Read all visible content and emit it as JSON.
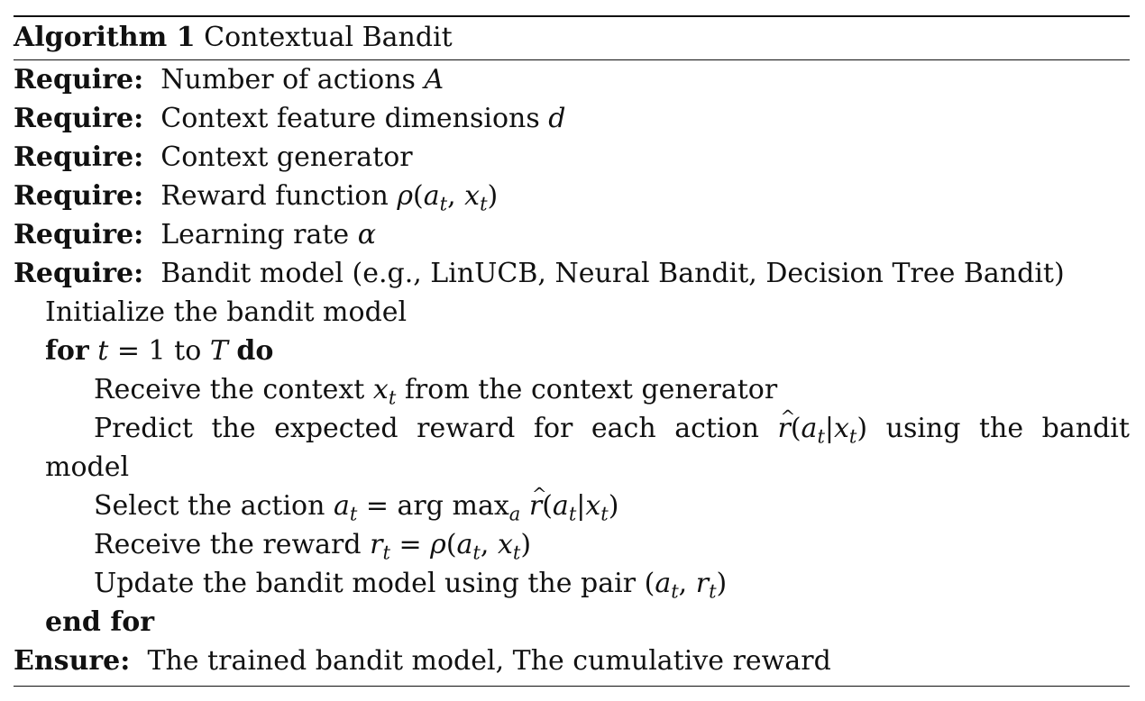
{
  "algorithm": {
    "label": "Algorithm 1",
    "name": "Contextual Bandit"
  },
  "keywords": {
    "require": "Require:",
    "ensure": "Ensure:",
    "for": "for",
    "do": "do",
    "end_for": "end for"
  },
  "requires": {
    "r1_text": "Number of actions ",
    "r1_math": "A",
    "r2_text": "Context feature dimensions ",
    "r2_math": "d",
    "r3_text": "Context generator",
    "r4_text": "Reward function ",
    "r5_text": "Learning rate ",
    "r5_math": "α",
    "r6_text": "Bandit model (e.g., LinUCB, Neural Bandit, Decision Tree Bandit)"
  },
  "body": {
    "init": "Initialize the bandit model",
    "for_to": " to ",
    "receive_context_a": "Receive the context ",
    "receive_context_b": " from the context generator",
    "predict_words": [
      "Predict",
      "the",
      "expected",
      "reward",
      "for",
      "each",
      "action"
    ],
    "predict_after": [
      "using",
      "the",
      "bandit"
    ],
    "predict_cont": "model",
    "select_a": "Select the action ",
    "receive_reward_a": "Receive the reward ",
    "update_a": "Update the bandit model using the pair "
  },
  "ensure": {
    "text": "The trained bandit model, The cumulative reward"
  }
}
